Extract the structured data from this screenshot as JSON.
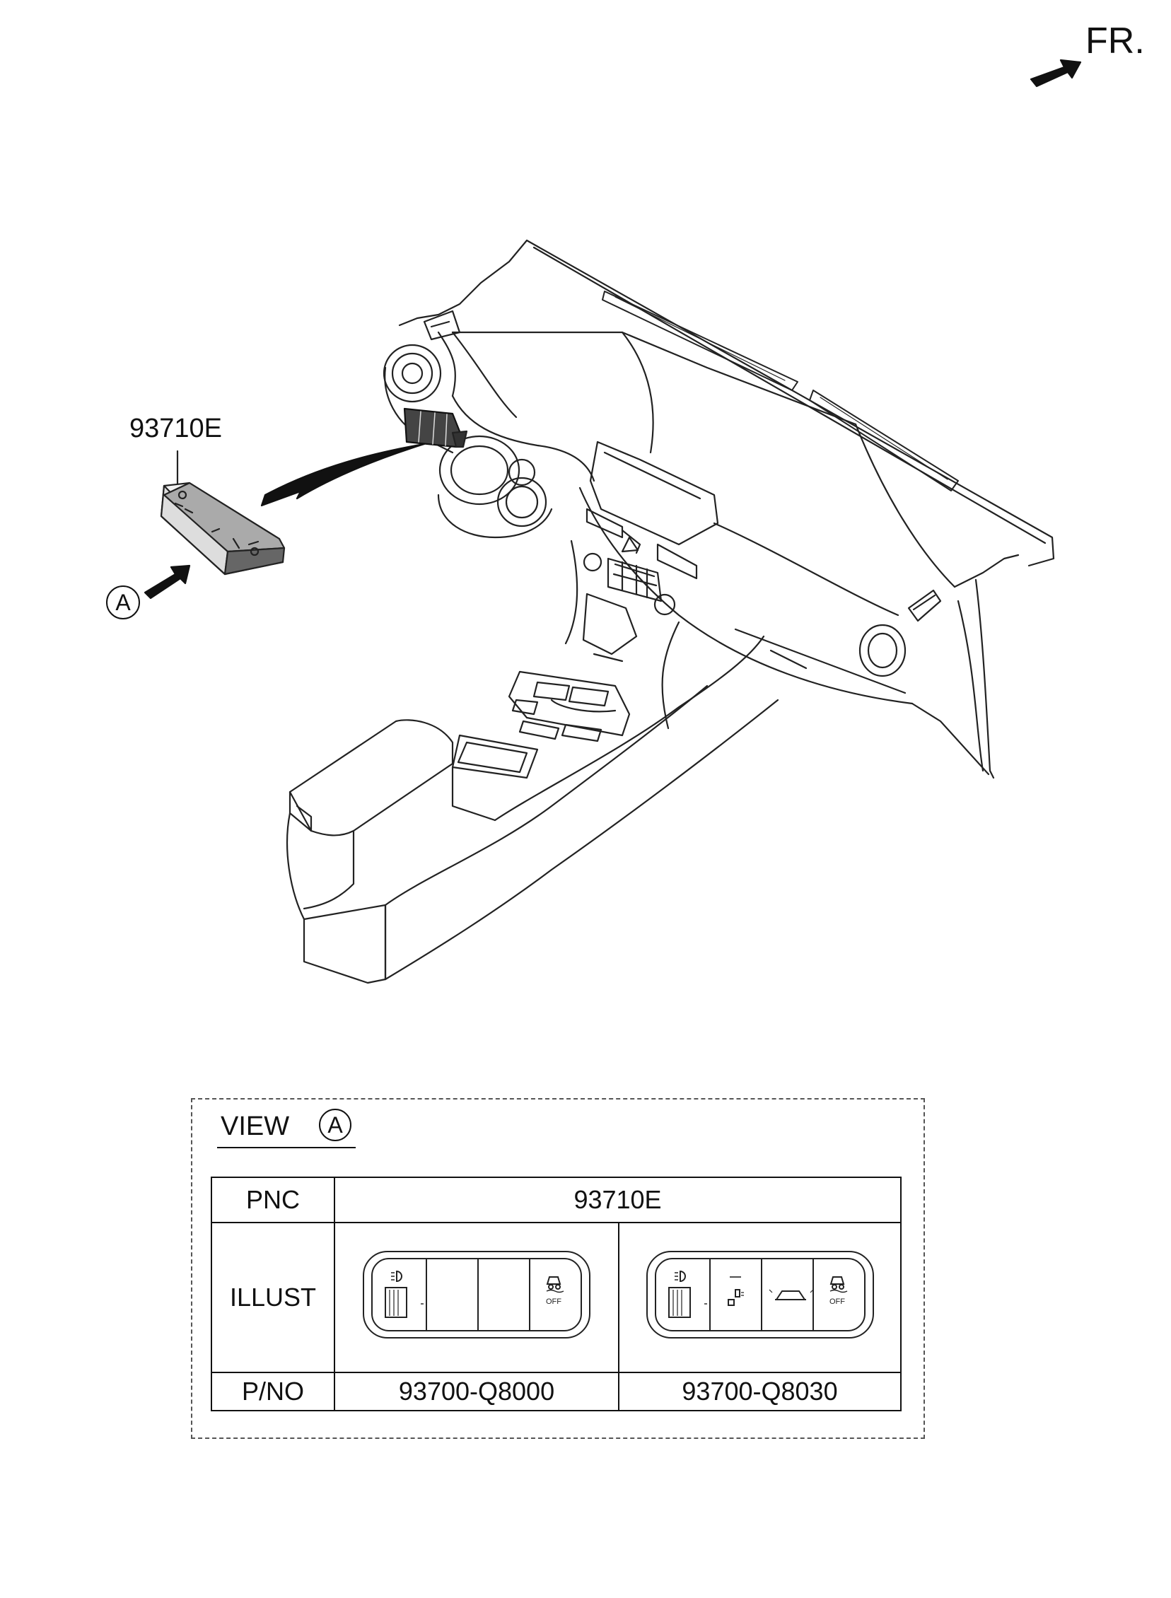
{
  "direction_label": "FR.",
  "part_callout": "93710E",
  "view_marker": "A",
  "view": {
    "title": "VIEW",
    "marker": "A"
  },
  "spec_table": {
    "pnc_label": "PNC",
    "pnc_value": "93710E",
    "illust_label": "ILLUST",
    "pno_label": "P/NO",
    "part_numbers": [
      "93700-Q8000",
      "93700-Q8030"
    ],
    "switch_glyphs": {
      "off_label": "OFF"
    }
  }
}
